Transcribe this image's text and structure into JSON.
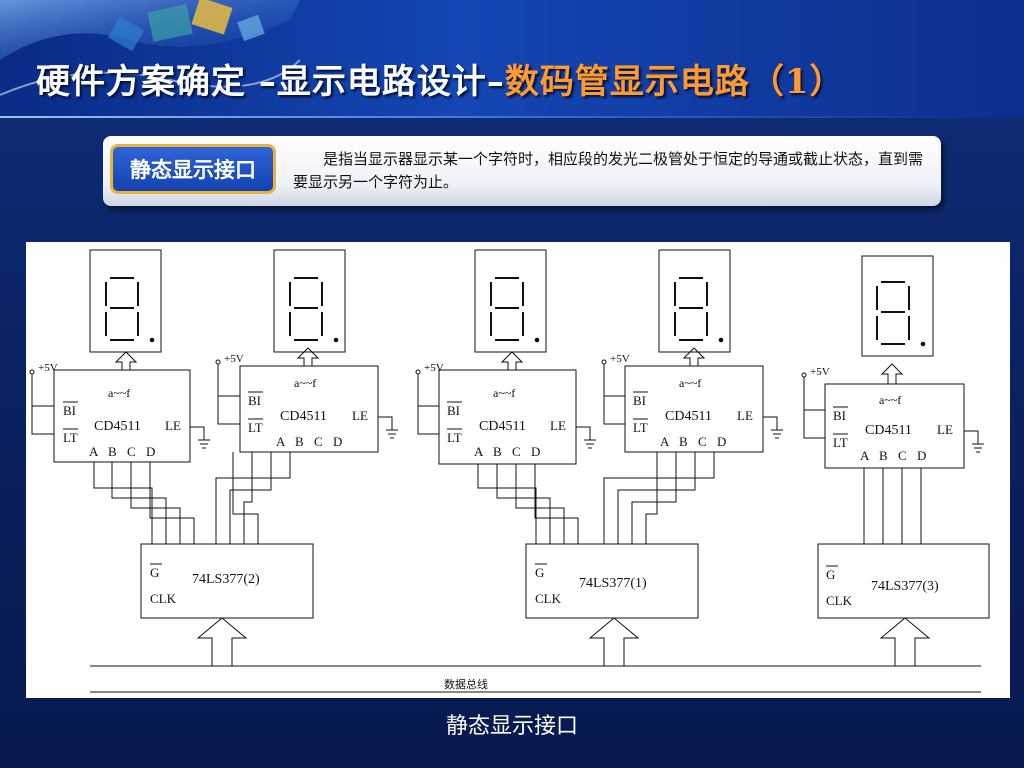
{
  "header": {
    "title_main": "硬件方案确定 –显示电路设计–",
    "title_sub": "数码管显示电路（1）"
  },
  "definition": {
    "term": "静态显示接口",
    "text": "是指当显示器显示某一个字符时，相应段的发光二极管处于恒定的导通或截止状态，直到需要显示另一个字符为止。"
  },
  "diagram": {
    "supply_label": "+5V",
    "decoder": {
      "chip": "CD4511",
      "output_label": "a~~f",
      "pin_bi": "BI",
      "pin_lt": "LT",
      "pin_le": "LE",
      "inputs": [
        "A",
        "B",
        "C",
        "D"
      ]
    },
    "latch": {
      "pin_g": "G",
      "pin_clk": "CLK",
      "chips": [
        "74LS377(2)",
        "74LS377(1)",
        "74LS377(3)"
      ]
    },
    "bus_label": "数据总线"
  },
  "caption": "静态显示接口",
  "colors": {
    "header_bg": "#1546b3",
    "title_sub": "#ff9a2e",
    "badge_bg": "#1442b0",
    "badge_border": "#e9b43a"
  }
}
